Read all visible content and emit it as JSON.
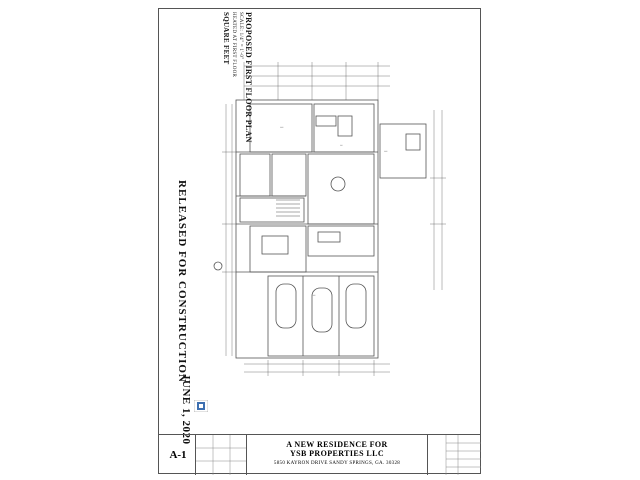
{
  "sheet": {
    "title_lines": [
      "PROPOSED FIRST FLOOR PLAN",
      "SCALE: 1/4\" = 1'-0\"",
      "HEATED AT FIRST FLOOR",
      "SQUARE FEET"
    ],
    "released_note": "RELEASED FOR CONSTRUCTION",
    "date_note": "JUNE 1, 2020",
    "sheet_number": "A-1"
  },
  "title_block": {
    "project": "A NEW RESIDENCE FOR",
    "client": "YSB PROPERTIES LLC",
    "address": "5850 KAYRON DRIVE  SANDY SPRINGS, GA. 30328"
  },
  "colors": {
    "line": "#555555",
    "text": "#111111"
  }
}
